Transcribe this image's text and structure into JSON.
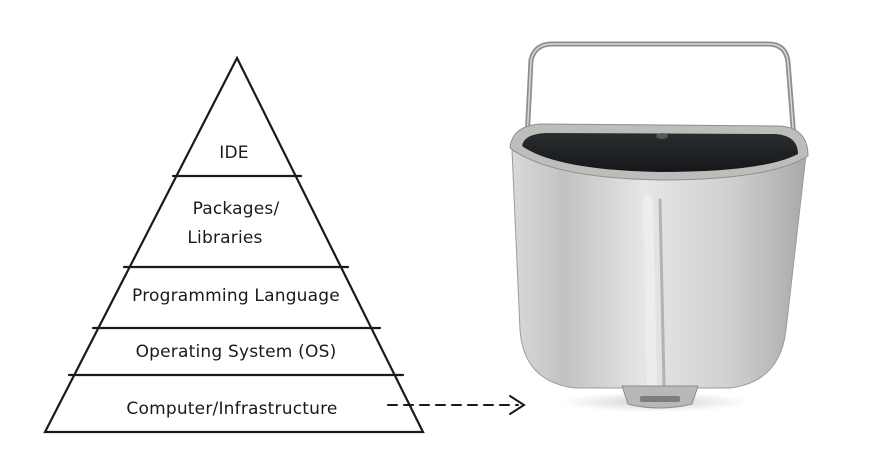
{
  "diagram": {
    "type": "pyramid",
    "layers": [
      {
        "id": "ide",
        "lines": [
          "IDE"
        ]
      },
      {
        "id": "packages",
        "lines": [
          "Packages/",
          "Libraries"
        ]
      },
      {
        "id": "language",
        "lines": [
          "Programming Language"
        ]
      },
      {
        "id": "os",
        "lines": [
          "Operating System (OS)"
        ]
      },
      {
        "id": "infrastructure",
        "lines": [
          "Computer/Infrastructure"
        ]
      }
    ],
    "connector": {
      "from": "infrastructure",
      "to": "bread-pan",
      "style": "dashed-arrow"
    }
  },
  "image": {
    "subject": "bread-pan",
    "colors": {
      "outer": "#c9c9c7",
      "inner": "#1f2224",
      "handle": "#8a8a8a"
    }
  },
  "colors": {
    "ink": "#1a1a1a",
    "background": "#ffffff"
  }
}
